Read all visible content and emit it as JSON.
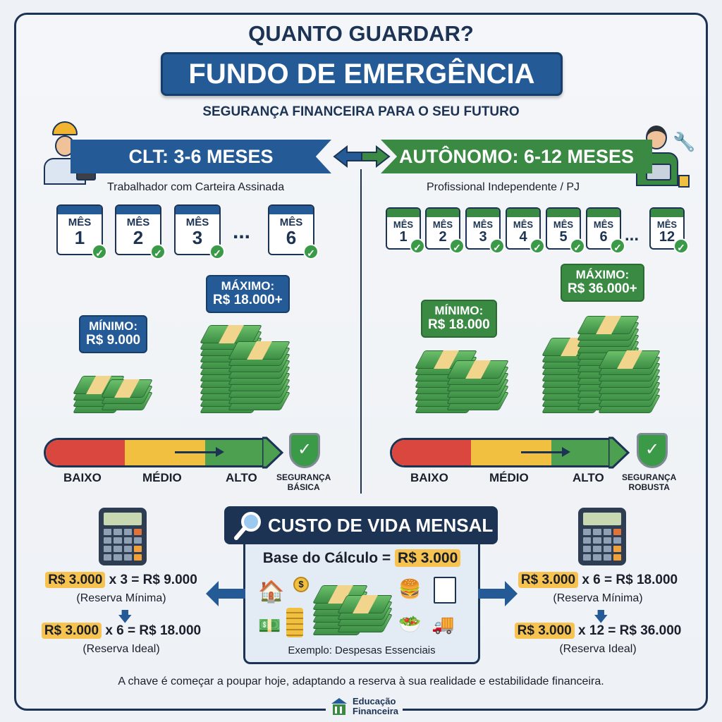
{
  "header": {
    "title": "QUANTO GUARDAR?",
    "banner": "FUNDO DE EMERGÊNCIA",
    "subtitle": "SEGURANÇA FINANCEIRA PARA O SEU FUTURO"
  },
  "clt": {
    "ribbon": "CLT: 3-6 MESES",
    "description": "Trabalhador com Carteira Assinada",
    "color": "#245a96",
    "months": [
      {
        "label": "MÊS",
        "num": "1"
      },
      {
        "label": "MÊS",
        "num": "2"
      },
      {
        "label": "MÊS",
        "num": "3"
      },
      {
        "label": "MÊS",
        "num": "6"
      }
    ],
    "ellipsis": "...",
    "min_label": "MÍNIMO:",
    "min_value": "R$ 9.000",
    "max_label": "MÁXIMO:",
    "max_value": "R$ 18.000+",
    "gauge": {
      "low": "BAIXO",
      "mid": "MÉDIO",
      "high": "ALTO",
      "security": [
        "SEGURANÇA",
        "BÁSICA"
      ]
    },
    "formula_min": {
      "base": "R$ 3.000",
      "rest": "x 3 = R$ 9.000",
      "note": "(Reserva Mínima)"
    },
    "formula_ideal": {
      "base": "R$ 3.000",
      "rest": "x 6 = R$ 18.000",
      "note": "(Reserva Ideal)"
    }
  },
  "autonomo": {
    "ribbon": "AUTÔNOMO: 6-12 MESES",
    "description": "Profissional Independente / PJ",
    "color": "#3a8a44",
    "months": [
      {
        "label": "MÊS",
        "num": "1"
      },
      {
        "label": "MÊS",
        "num": "2"
      },
      {
        "label": "MÊS",
        "num": "3"
      },
      {
        "label": "MÊS",
        "num": "4"
      },
      {
        "label": "MÊS",
        "num": "5"
      },
      {
        "label": "MÊS",
        "num": "6"
      },
      {
        "label": "MÊS",
        "num": "12"
      }
    ],
    "ellipsis": "...",
    "min_label": "MÍNIMO:",
    "min_value": "R$ 18.000",
    "max_label": "MÁXIMO:",
    "max_value": "R$ 36.000+",
    "gauge": {
      "low": "BAIXO",
      "mid": "MÉDIO",
      "high": "ALTO",
      "security": [
        "SEGURANÇA",
        "ROBUSTA"
      ]
    },
    "formula_min": {
      "base": "R$ 3.000",
      "rest": "x 6 = R$ 18.000",
      "note": "(Reserva Mínima)"
    },
    "formula_ideal": {
      "base": "R$ 3.000",
      "rest": "x 12 = R$ 36.000",
      "note": "(Reserva Ideal)"
    }
  },
  "custo": {
    "title": "CUSTO DE VIDA MENSAL",
    "base_label": "Base do Cálculo =",
    "base_value": "R$ 3.000",
    "example": "Exemplo: Despesas Essenciais",
    "icon": "magnifier-icon"
  },
  "footer": {
    "text": "A chave é começar a poupar hoje, adaptando a reserva à sua realidade e estabilidade financeira.",
    "logo_line1": "Educação",
    "logo_line2": "Financeira"
  },
  "colors": {
    "navy": "#1d3354",
    "blue": "#245a96",
    "green": "#3a8a44",
    "red": "#d9473f",
    "yellow": "#f2c040",
    "highlight": "#f6c350"
  }
}
